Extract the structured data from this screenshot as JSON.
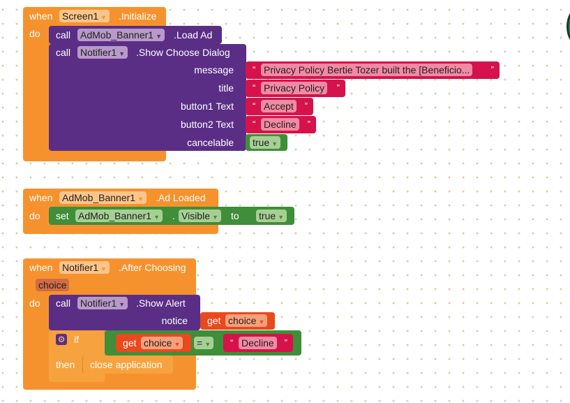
{
  "block1": {
    "when": "when",
    "component": "Screen1",
    "event": ".Initialize",
    "do": "do",
    "load_ad": {
      "call": "call",
      "component": "AdMob_Banner1",
      "method": ".Load Ad"
    },
    "dialog": {
      "call": "call",
      "component": "Notifier1",
      "method": ".Show Choose Dialog",
      "args": [
        {
          "label": "message",
          "value": "Privacy Policy Bertie Tozer built the [Beneficio..."
        },
        {
          "label": "title",
          "value": "Privacy Policy"
        },
        {
          "label": "button1 Text",
          "value": "Accept"
        },
        {
          "label": "button2 Text",
          "value": "Decline"
        },
        {
          "label": "cancelable",
          "value": "true"
        }
      ]
    }
  },
  "block2": {
    "when": "when",
    "component": "AdMob_Banner1",
    "event": ".Ad Loaded",
    "do": "do",
    "set": {
      "set": "set",
      "component": "AdMob_Banner1",
      "dot": ".",
      "property": "Visible",
      "to": "to",
      "value": "true"
    }
  },
  "block3": {
    "when": "when",
    "component": "Notifier1",
    "event": ".After Choosing",
    "param": "choice",
    "do": "do",
    "alert": {
      "call": "call",
      "component": "Notifier1",
      "method": ".Show Alert",
      "arg_label": "notice",
      "get": "get",
      "var": "choice"
    },
    "if": {
      "if": "if",
      "then": "then",
      "get": "get",
      "var": "choice",
      "op": "=",
      "value": "Decline",
      "action": "close application"
    }
  },
  "quote_open": "“",
  "quote_close": "”",
  "dropdown_arrow": "▼",
  "colors": {
    "event": "#f6922e",
    "call": "#5b2e86",
    "text": "#d6124a",
    "logic": "#3f8e39",
    "variable": "#e8491d"
  }
}
